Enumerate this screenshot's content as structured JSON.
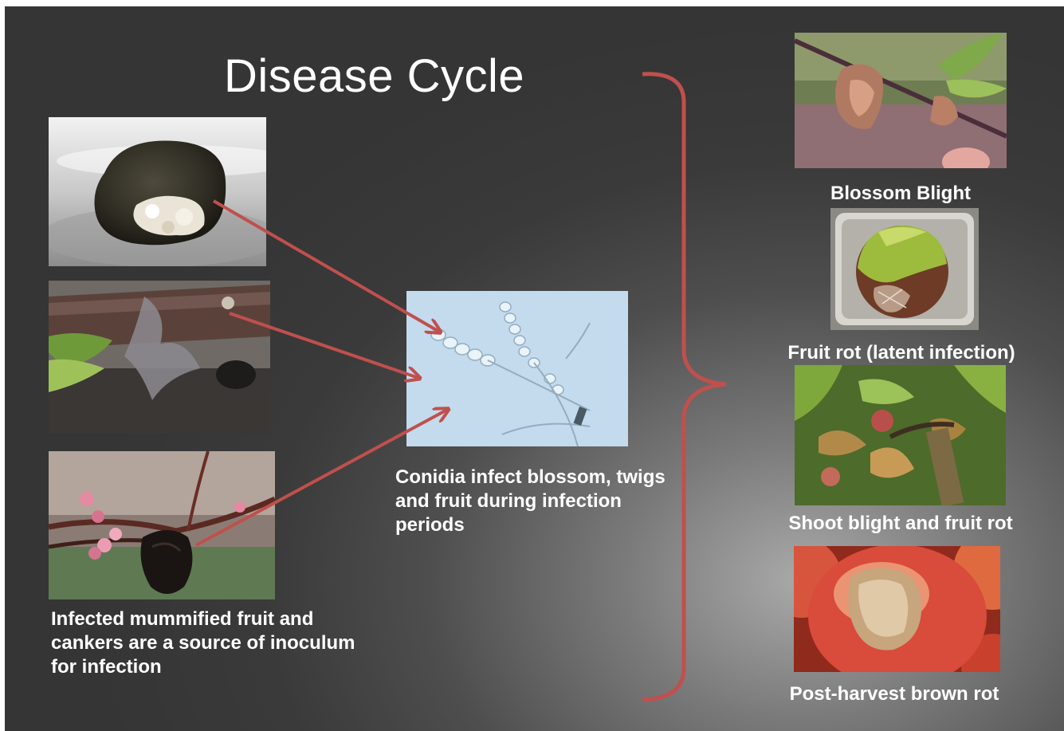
{
  "title": "Disease Cycle",
  "left_caption": "Infected mummified fruit and cankers are a source of inoculum for infection",
  "center_caption": "Conidia infect blossom, twigs and fruit during infection periods",
  "right_items": [
    {
      "label": "Blossom Blight"
    },
    {
      "label": "Fruit rot (latent infection)"
    },
    {
      "label": "Shoot blight and fruit rot"
    },
    {
      "label": "Post-harvest brown rot"
    }
  ],
  "colors": {
    "arrow": "#c0504d",
    "brace": "#c0504d",
    "text": "#ffffff"
  }
}
